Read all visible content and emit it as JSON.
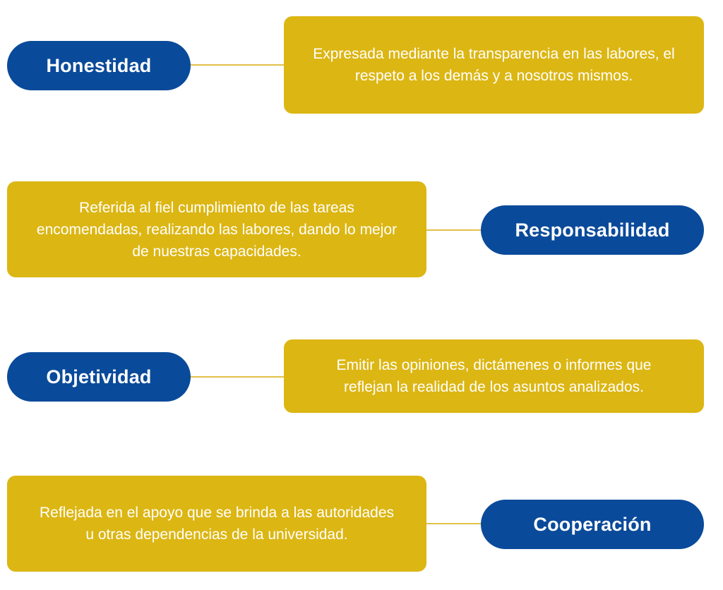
{
  "values": [
    {
      "name": "Honestidad",
      "description": "Expresada mediante la transparencia en las labores, el respeto a los demás y a nosotros mismos."
    },
    {
      "name": "Responsabilidad",
      "description": "Referida al fiel cumplimiento de las tareas encomendadas, realizando las labores, dando lo mejor de nuestras capacidades."
    },
    {
      "name": "Objetividad",
      "description": "Emitir las opiniones, dictámenes o informes que reflejan la realidad de los asuntos analizados."
    },
    {
      "name": "Cooperación",
      "description": "Reflejada en el apoyo que se brinda a las autoridades u otras dependencias de la universidad."
    }
  ],
  "colors": {
    "pill": "#0a4a9a",
    "box": "#dcb613",
    "connector": "#e2c04a",
    "text": "#ffffff"
  }
}
